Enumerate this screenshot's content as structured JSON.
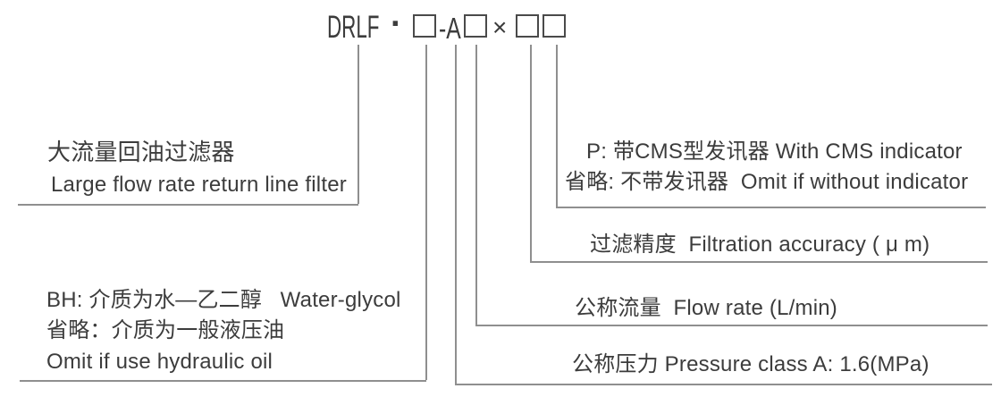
{
  "model_code": {
    "prefix": "DRLF",
    "dot": "·",
    "pressure_segment": "-A",
    "times": "×",
    "box_count": 4
  },
  "callouts": {
    "filter_name_zh": "大流量回油过滤器",
    "filter_name_en": "Large flow rate return line filter",
    "indicator_line1": "P: 带CMS型发讯器 With CMS indicator",
    "indicator_line2": "省略: 不带发讯器  Omit if without indicator",
    "accuracy": "过滤精度  Filtration accuracy ( μ m)",
    "flow": "公称流量  Flow rate (L/min)",
    "medium_line1": "BH: 介质为水—乙二醇   Water-glycol",
    "medium_line2": "省略：介质为一般液压油",
    "medium_line3": "Omit if use hydraulic oil",
    "pressure": "公称压力 Pressure class A: 1.6(MPa)"
  },
  "colors": {
    "background": "#ffffff",
    "text": "#3c3c3c",
    "line": "#8f8f8f",
    "box_border": "#4a4a4a"
  }
}
